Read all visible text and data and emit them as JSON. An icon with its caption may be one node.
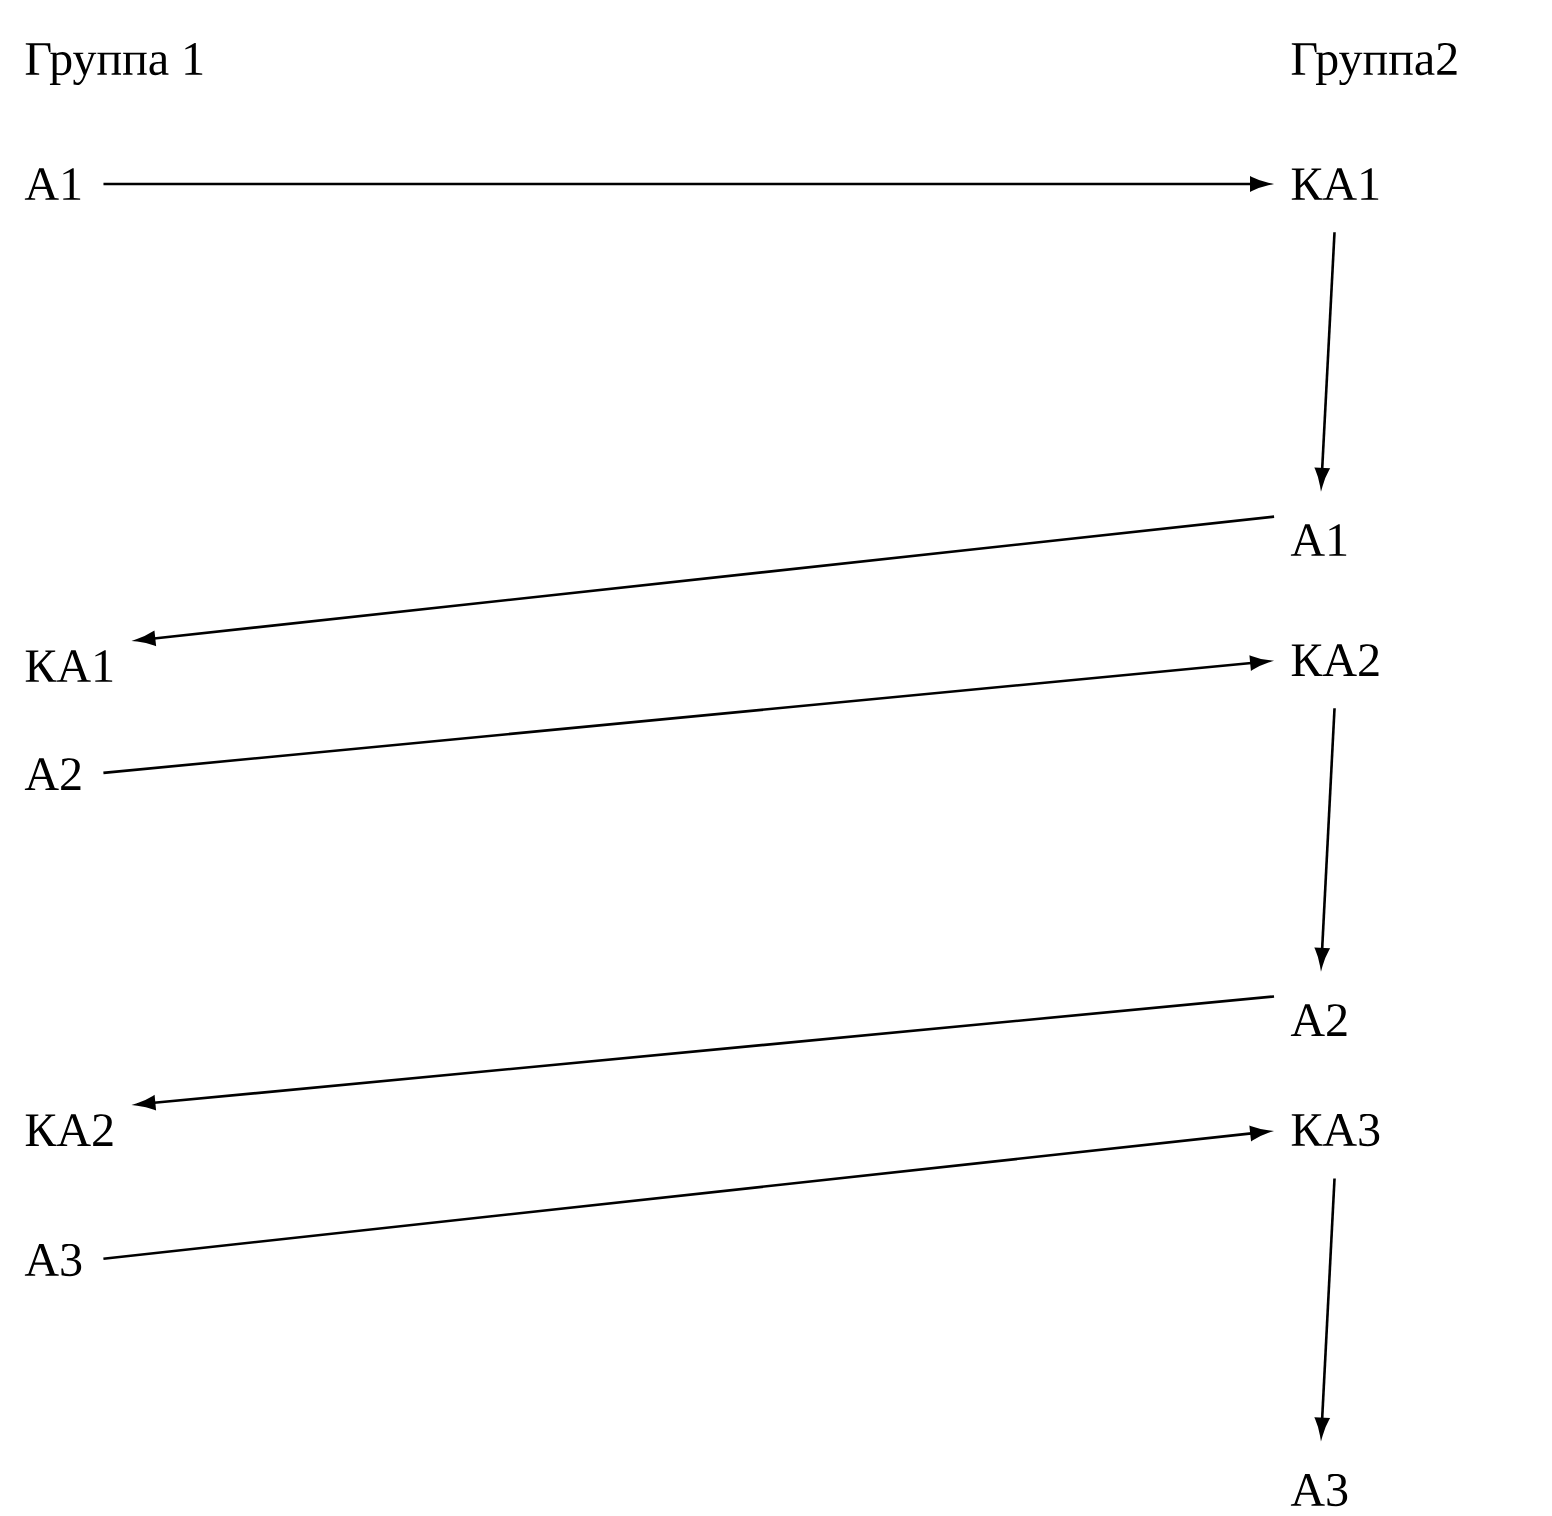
{
  "diagram": {
    "nodes": [
      {
        "text": [
          "А1"
        ]
      },
      {
        "text": [
          "КА1"
        ]
      },
      {
        "text": [
          "А1"
        ]
      },
      {
        "text": [
          "КА1"
        ]
      },
      {
        "text": [
          "КА2"
        ]
      },
      {
        "text": [
          "А2"
        ]
      },
      {
        "text": [
          "А2"
        ]
      },
      {
        "text": [
          "КА2"
        ]
      },
      {
        "text": [
          "КА3"
        ]
      },
      {
        "text": [
          "А3"
        ]
      },
      {
        "text": [
          "А3"
        ]
      }
    ],
    "edges": [
      {
        "from": 0,
        "to": 1,
        "arrow": "to"
      },
      {
        "from": 1,
        "to": 2,
        "arrow": "to"
      },
      {
        "from": 2,
        "to": 3,
        "arrow": "to"
      },
      {
        "from": 5,
        "to": 4,
        "arrow": "to"
      },
      {
        "from": 4,
        "to": 6,
        "arrow": "to"
      },
      {
        "from": 6,
        "to": 7,
        "arrow": "to"
      },
      {
        "from": 9,
        "to": 8,
        "arrow": "to"
      },
      {
        "from": 8,
        "to": 10,
        "arrow": "to"
      }
    ],
    "labels": [
      "Группа 1",
      "Группа2"
    ]
  }
}
